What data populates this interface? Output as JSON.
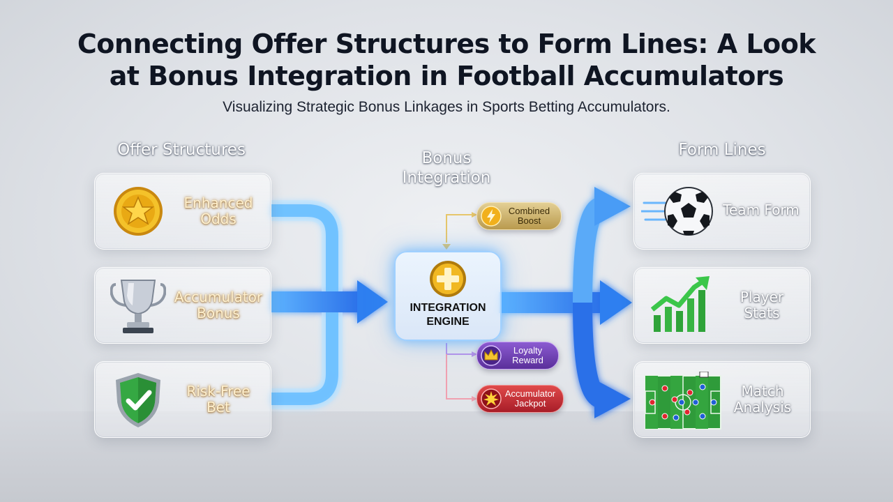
{
  "title": {
    "line1": "Connecting Offer Structures to Form Lines: A Look",
    "line2": "at Bonus Integration in Football Accumulators"
  },
  "subtitle": "Visualizing Strategic Bonus Linkages in Sports Betting Accumulators.",
  "columns": {
    "offers": "Offer Structures",
    "bonus": "Bonus Integration",
    "form": "Form Lines"
  },
  "offers": [
    {
      "label": "Enhanced Odds",
      "icon": "gold-coin-star-icon"
    },
    {
      "label": "Accumulator Bonus",
      "icon": "silver-trophy-icon"
    },
    {
      "label": "Risk-Free Bet",
      "icon": "green-shield-check-icon"
    }
  ],
  "engine": {
    "label": "INTEGRATION ENGINE",
    "icon": "plus-gear-icon"
  },
  "bonuses": [
    {
      "label": "Combined Boost",
      "icon": "lightning-icon"
    },
    {
      "label": "Loyalty Reward",
      "icon": "crown-icon"
    },
    {
      "label": "Accumulator Jackpot",
      "icon": "jackpot-starburst-icon"
    }
  ],
  "form": [
    {
      "label": "Team Form",
      "icon": "football-icon"
    },
    {
      "label": "Player Stats",
      "icon": "growth-chart-icon"
    },
    {
      "label": "Match Analysis",
      "icon": "tactics-pitch-icon"
    }
  ],
  "colors": {
    "flow_blue": "#2f7ff0",
    "flow_glow": "#8fd2ff",
    "gold": "#f0b81f",
    "green": "#39b54a",
    "purple": "#6a3bb0",
    "red": "#c8232d"
  }
}
